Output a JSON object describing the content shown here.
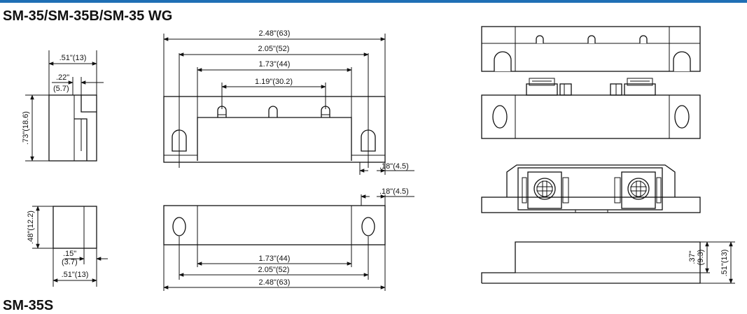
{
  "title": "SM-35/SM-35B/SM-35 WG",
  "next_title": "SM-35S",
  "dims": {
    "side_top_width": ".51\"(13)",
    "side_top_slot_a": ".22\"",
    "side_top_slot_b": "(5.7)",
    "side_top_height": ".73\"(18.6)",
    "side_bot_height": ".48\"(12.2)",
    "side_bot_slot_a": ".15\"",
    "side_bot_slot_b": "(3.7)",
    "side_bot_width": ".51\"(13)",
    "front_overall": "2.48\"(63)",
    "front_holes": "2.05\"(52)",
    "front_body": "1.73\"(44)",
    "front_pins": "1.19\"(30.2)",
    "front_flange": ".18\"(4.5)",
    "plan_flange": ".18\"(4.5)",
    "plan_body": "1.73\"(44)",
    "plan_holes": "2.05\"(52)",
    "plan_overall": "2.48\"(63)",
    "iso_inner_a": ".37\"",
    "iso_inner_b": "(9.3)",
    "iso_outer": ".51\"(13)"
  }
}
